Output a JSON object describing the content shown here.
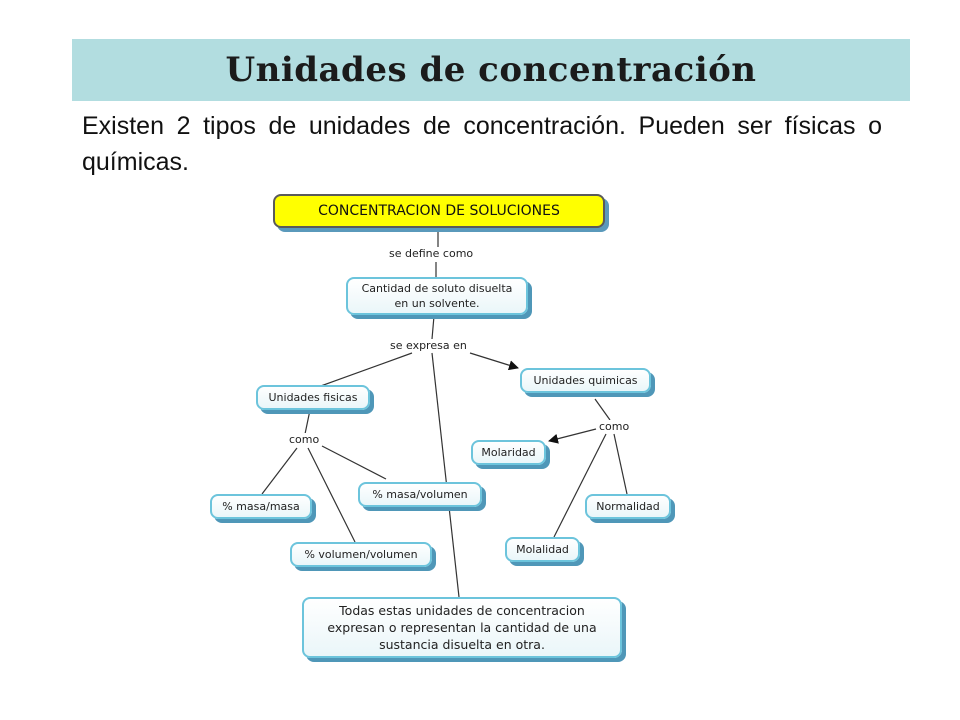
{
  "slide": {
    "title": "Unidades de concentración",
    "intro": "Existen 2 tipos de unidades de concentración. Pueden ser físicas o químicas."
  },
  "concept_map": {
    "root": "CONCENTRACION DE SOLUCIONES",
    "link_define": "se define como",
    "definition": "Cantidad de soluto disuelta en un solvente.",
    "link_expresa": "se expresa en",
    "fisicas": "Unidades fisicas",
    "quimicas": "Unidades quimicas",
    "link_como_fisicas": "como",
    "link_como_quimicas": "como",
    "masa_masa": "% masa/masa",
    "masa_volumen": "% masa/volumen",
    "volumen_volumen": "% volumen/volumen",
    "molaridad": "Molaridad",
    "normalidad": "Normalidad",
    "molalidad": "Molalidad",
    "summary": "Todas estas unidades de concentracion expresan o representan la cantidad de una sustancia disuelta en otra.",
    "colors": {
      "root_fill": "#ffff00",
      "node_border": "#6cc4dc",
      "node_shadow": "#4f97b8",
      "title_band": "#b2dde0"
    }
  }
}
